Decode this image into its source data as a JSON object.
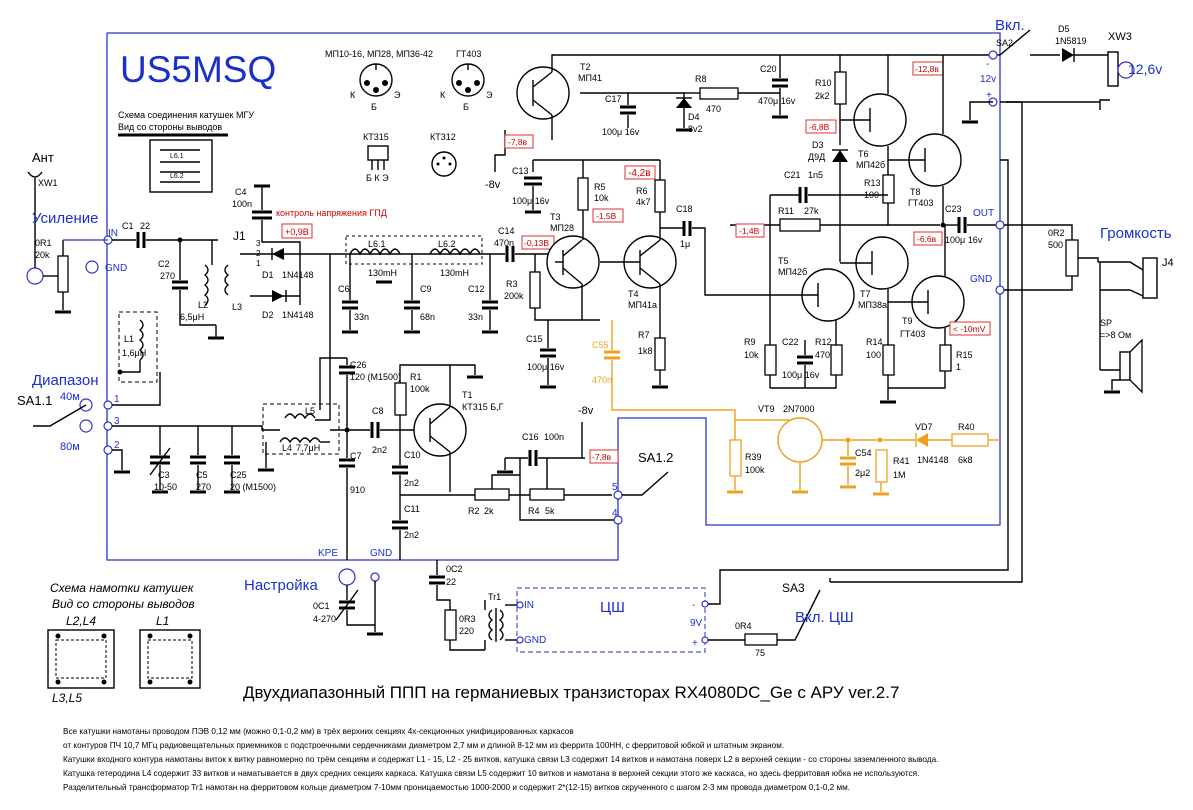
{
  "title": "Двухдиапазонный ППП на германиевых транзисторах RX4080DC_Ge с АРУ ver.2.7",
  "callsign": "US5MSQ",
  "pinouts": {
    "mp_label": "МП10-16, МП28, МП36-42",
    "gt_label": "ГТ403",
    "kt315": "КТ315",
    "kt315_pins": "Б К Э",
    "kt312": "КТ312",
    "pin_k": "К",
    "pin_e": "Э",
    "pin_b": "Б"
  },
  "coil_box": {
    "title1": "Схема соединения катушек МГУ",
    "title2": "Вид со стороны выводов",
    "l61": "L6.1",
    "l62": "L6.2"
  },
  "winding_box": {
    "title1": "Схема намотки катушек",
    "title2": "Вид со стороны выводов",
    "l2l4": "L2,L4",
    "l1": "L1",
    "l3l5": "L3,L5"
  },
  "section_labels": {
    "ant": "Ант",
    "xw1": "XW1",
    "gain": "Усиление",
    "range": "Диапазон",
    "tune": "Настройка",
    "volume": "Громкость",
    "power": "Вкл.",
    "zsh": "ЦШ",
    "zsh_on": "Вкл. ЦШ"
  },
  "connectors": {
    "in": "IN",
    "gnd": "GND",
    "out": "OUT",
    "kpe": "KPE",
    "j4": "J4",
    "j1": "J1",
    "xw3": "XW3",
    "v12": "12,6v",
    "v12s": "12v",
    "minus": "-",
    "plus": "+",
    "in2": "IN",
    "gnd2": "GND",
    "v9": "9V"
  },
  "switches": {
    "sa11": "SA1.1",
    "m40": "40м",
    "m80": "80м",
    "sa12": "SA1.2",
    "sa2": "SA2",
    "sa3": "SA3",
    "n1": "1",
    "n2": "2",
    "n3": "3",
    "n4": "4",
    "n5": "5"
  },
  "components": {
    "or1": "0R1",
    "or1v": "20k",
    "c1": "C1",
    "c1v": "22",
    "c2": "C2",
    "c2v": "270",
    "l2": "L2",
    "l2v": "6,5μH",
    "l3": "L3",
    "l1": "L1",
    "l1v": "1,6μH",
    "c4": "C4",
    "c4v": "100n",
    "d1": "D1",
    "d1v": "1N4148",
    "d2": "D2",
    "d2v": "1N4148",
    "l61": "L6.1",
    "l61v": "130mH",
    "l62": "L6.2",
    "l62v": "130mH",
    "c6": "C6",
    "c6v": "33n",
    "c9": "C9",
    "c9v": "68n",
    "c12": "C12",
    "c12v": "33n",
    "c14": "C14",
    "c14v": "470n",
    "t2": "T2",
    "t2v": "МП41",
    "c13": "C13",
    "c13v": "100μ 16v",
    "c17": "C17",
    "c17v": "100μ 16v",
    "r8": "R8",
    "r8v": "470",
    "d4": "D4",
    "d4v": "8v2",
    "c20": "C20",
    "c20v": "470μ 16v",
    "r5": "R5",
    "r5v": "10k",
    "r6": "R6",
    "r6v": "4k7",
    "t3": "T3",
    "t3v": "МП28",
    "t4": "T4",
    "t4v": "МП41а",
    "c18": "C18",
    "c18v": "1μ",
    "r3": "R3",
    "r3v": "200k",
    "c15": "C15",
    "c15v": "100μ 16v",
    "c55": "C55",
    "c55v": "470n",
    "r7": "R7",
    "r7v": "1k8",
    "r10": "R10",
    "r10v": "2k2",
    "d3": "D3",
    "d3v": "Д9Д",
    "t6": "T6",
    "t6v": "МП42б",
    "t8": "T8",
    "t8v": "ГТ403",
    "r13": "R13",
    "r13v": "100",
    "c21": "C21",
    "c21v": "1n5",
    "r11": "R11",
    "r11v": "27k",
    "c23": "C23",
    "c23v": "100μ 16v",
    "t5": "T5",
    "t5v": "МП42б",
    "t7": "T7",
    "t7v": "МП38а",
    "t9": "T9",
    "t9v": "ГТ403",
    "r9": "R9",
    "r9v": "10k",
    "c22": "C22",
    "c22v": "100μ 16v",
    "r12": "R12",
    "r12v": "470",
    "r14": "R14",
    "r14v": "100",
    "r15": "R15",
    "r15v": "1",
    "or2": "0R2",
    "or2v": "500",
    "sp": "SP",
    "spv": "=>8 Ом",
    "d5": "D5",
    "d5v": "1N5819",
    "c3": "C3",
    "c3v": "10-50",
    "c5": "C5",
    "c5v": "270",
    "c25": "C25",
    "c25v": "20 (М1500)",
    "c26": "C26",
    "c26v": "120 (М1500)",
    "l5": "L5",
    "l4": "L4",
    "l4v": "7,7μH",
    "c8": "C8",
    "c8v": "2n2",
    "c7": "C7",
    "c7v": "910",
    "r1": "R1",
    "r1v": "100k",
    "t1": "T1",
    "t1v": "КТ315 Б,Г",
    "c10": "C10",
    "c10v": "2n2",
    "c11": "C11",
    "c11v": "2n2",
    "r2": "R2",
    "r2v": "2k",
    "r4": "R4",
    "r4v": "5k",
    "c16": "C16",
    "c16v": "100n",
    "vm8": "-8v",
    "vt9": "VT9",
    "vt9v": "2N7000",
    "r39": "R39",
    "r39v": "100k",
    "c54": "C54",
    "c54v": "2μ2",
    "r41": "R41",
    "r41v": "1M",
    "vd7": "VD7",
    "vd7v": "1N4148",
    "r40": "R40",
    "r40v": "6k8",
    "oc1": "0C1",
    "oc1v": "4-270",
    "oc2": "0C2",
    "oc2v": "22",
    "or3": "0R3",
    "or3v": "220",
    "tr1": "Tr1",
    "or4": "0R4",
    "or4v": "75"
  },
  "measurements": {
    "v1": "+0,9В",
    "v2": "-7,8в",
    "v3": "-4,2в",
    "v4": "-1,5В",
    "v5": "-0,13В",
    "v6": "-6,8В",
    "v7": "-12,8в",
    "v8": "-1,4В",
    "v9": "-6,6в",
    "v10": "< -10mV",
    "v11": "-7,8в",
    "gpd": "контроль напряжения ГПД"
  },
  "notes": [
    "Все катушки намотаны проводом ПЭВ 0,12 мм (можно 0,1-0,2 мм) в трёх верхних секциях  4х-секционных унифицированных каркасов",
    "от контуров ПЧ 10,7 МГц радиовещательных приемников с подстроечными сердечниками диаметром 2,7 мм и длиной 8-12 мм из феррита 100НН,  с ферритовой юбкой и штатным экраном.",
    "Катушки входного контура намотаны виток к витку равномерно по трём секциям и содержат L1 - 15, L2 - 25 витков, катушка связи L3 содержит 14 витков и намотана поверх L2 в верхней секции - со стороны заземленного вывода.",
    "Катушка гетеродина L4 содержит 33 витков и наматывается в двух средних секциях каркаса. Катушка связи L5 содержит 10 витков и намотана в верхней секции этого же каскаса, но здесь ферритовая юбка не используются.",
    "Разделительный трансформатор Tr1 намотан на ферритовом кольце диаметром 7-10мм проницаемостью 1000-2000 и содержит 2*(12-15) витков  скрученного с шагом 2-3 мм провода диаметром 0,1-0,2 мм."
  ],
  "colors": {
    "wire": "#000000",
    "frame": "#2b35c7",
    "blue_text": "#1a2fcc",
    "agc": "#f0a020",
    "voltage": "#cc0000"
  }
}
